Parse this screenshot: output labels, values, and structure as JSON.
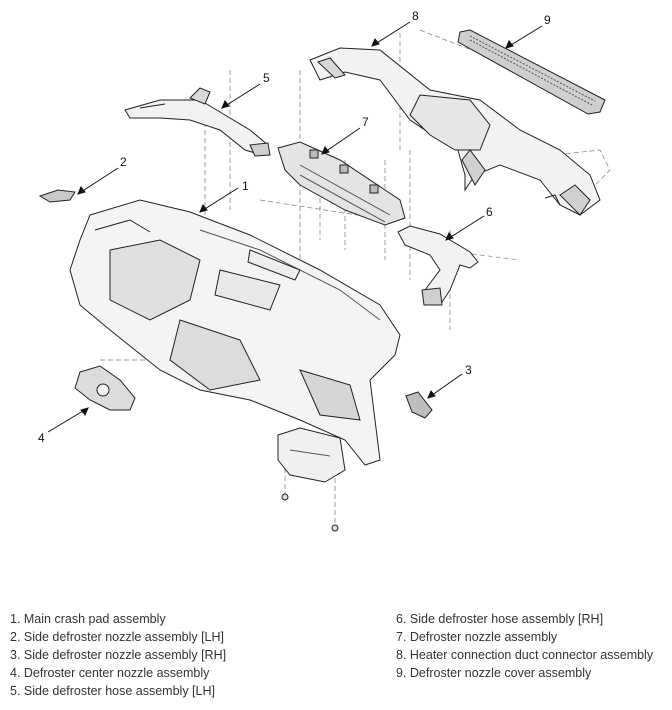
{
  "callouts": [
    "1",
    "2",
    "3",
    "4",
    "5",
    "6",
    "7",
    "8",
    "9"
  ],
  "legend": {
    "left": [
      "1. Main crash pad assembly",
      "2. Side defroster nozzle assembly [LH]",
      "3. Side defroster nozzle assembly [RH]",
      "4. Defroster center nozzle assembly",
      "5. Side defroster hose assembly [LH]"
    ],
    "right": [
      "6. Side defroster hose assembly [RH]",
      "7. Defroster nozzle assembly",
      "8. Heater connection duct connector assembly",
      "9. Defroster nozzle cover assembly"
    ]
  }
}
